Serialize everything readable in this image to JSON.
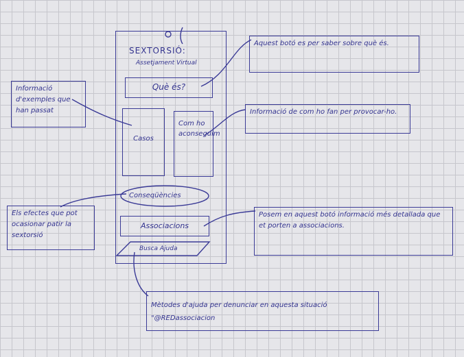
{
  "phone": {
    "title": "SEXTORSIÓ:",
    "subtitle": "Assetjament Virtual",
    "buttons": {
      "que_es": "Què és?",
      "casos": "Casos",
      "com_ho_aconseguim": "Com ho aconseguim",
      "consequencies": "Conseqüències",
      "associacions": "Associacions",
      "busca_ajuda": "Busca Ajuda"
    }
  },
  "annotations": {
    "que_es": "Aquest botó es per saber sobre què és.",
    "casos": "Informació d'exemples que han passat",
    "com_ho": "Informació de com ho fan per provocar-ho.",
    "consequencies": "Els efectes que pot ocasionar patir la sextorsió",
    "associacions": "Posem en aquest botó informació més detallada que et porten a associacions.",
    "busca_ajuda": "Mètodes d'ajuda per denunciar en aquesta situació \"@REDassociacion"
  },
  "colors": {
    "ink": "#3a3a96",
    "paper": "#e6e6ea"
  }
}
